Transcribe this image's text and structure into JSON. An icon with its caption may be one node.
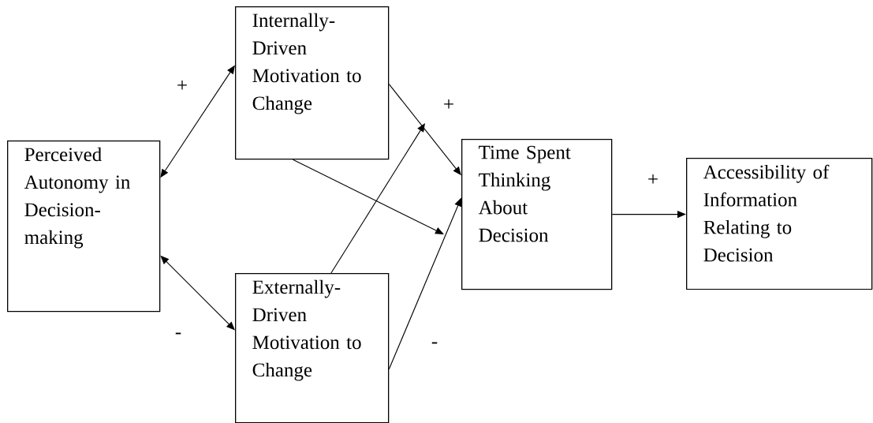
{
  "diagram": {
    "nodes": [
      {
        "text": [
          "Perceived Autonomy in Decision-making"
        ]
      },
      {
        "text": [
          "Internally-Driven Motivation to Change"
        ]
      },
      {
        "text": [
          "Externally-Driven Motivation to Change"
        ]
      },
      {
        "text": [
          "Time Spent Thinking About Decision"
        ]
      },
      {
        "text": [
          "Accessibility of Information Relating to Decision"
        ]
      }
    ],
    "edges": [
      {
        "from": 0,
        "to": 1,
        "arrow": "both",
        "label": "+"
      },
      {
        "from": 0,
        "to": 2,
        "arrow": "both",
        "label": "-"
      },
      {
        "from": 1,
        "to": 3,
        "arrow": "to",
        "label": "+"
      },
      {
        "from": 2,
        "to": 3,
        "arrow": "to",
        "label": "-"
      },
      {
        "from": 1,
        "to": null,
        "arrow": "to"
      },
      {
        "from": 2,
        "to": null,
        "arrow": "to"
      },
      {
        "from": 3,
        "to": 4,
        "arrow": "to",
        "label": "+"
      }
    ]
  }
}
